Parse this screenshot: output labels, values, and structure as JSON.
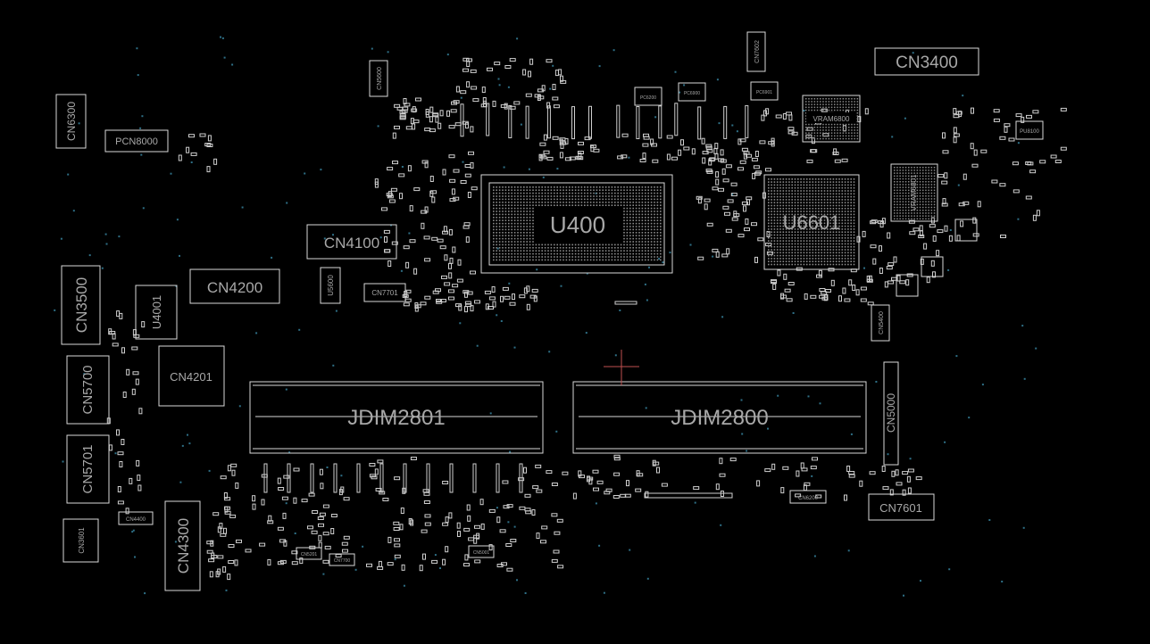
{
  "board": {
    "background": "#000000",
    "outline_color": "#d9d9d9",
    "label_color": "#a8a8a8",
    "via_color": "#2e6f86",
    "cursor_color": "#c05050"
  },
  "components": {
    "u400": "U400",
    "u6601": "U6601",
    "jdim2801": "JDIM2801",
    "jdim2800": "JDIM2800",
    "cn3400": "CN3400",
    "cn4100": "CN4100",
    "cn4200": "CN4200",
    "cn4201": "CN4201",
    "cn3500": "CN3500",
    "u4001": "U4001",
    "cn5700": "CN5700",
    "cn5701": "CN5701",
    "cn4300": "CN4300",
    "cn4400": "CN4400",
    "cn3601": "CN3601",
    "cn6300": "CN6300",
    "pcn8000": "PCN8000",
    "cn5000": "CN5000",
    "cn7601": "CN7601",
    "cn7602": "CN7602",
    "cn7701": "CN7701",
    "u5600": "U5600",
    "cn5600": "CN5600",
    "cn5400": "CN5400",
    "vram6800": "VRAM6800",
    "vram6801": "VRAM6801",
    "cn6200": "CN6200",
    "cn5201": "CN5201",
    "cn7700": "CN7700",
    "cn5001": "CN5001",
    "pu8100": "PU8100",
    "pc6200": "PC6200",
    "pc6900": "PC6900",
    "pc6901": "PC6901"
  }
}
